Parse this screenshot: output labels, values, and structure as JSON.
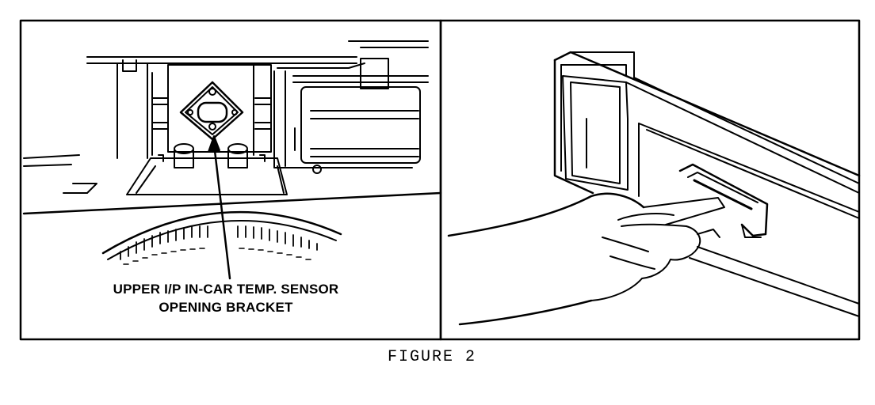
{
  "figure": {
    "caption": "FIGURE 2",
    "left_panel": {
      "callout_line1": "UPPER I/P IN-CAR TEMP. SENSOR",
      "callout_line2": "OPENING BRACKET"
    },
    "right_panel": {}
  },
  "colors": {
    "ink": "#000000",
    "paper": "#ffffff"
  }
}
